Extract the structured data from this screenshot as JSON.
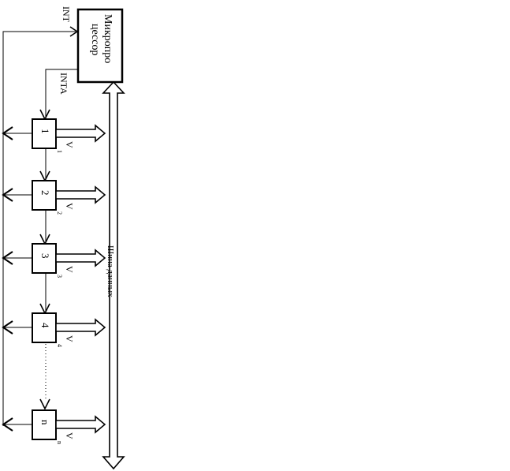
{
  "processor": {
    "line1": "Микропро",
    "line2": "цессор"
  },
  "signals": {
    "int": "INT",
    "inta": "INTA"
  },
  "bus_label": "Шина данных",
  "devices": [
    {
      "num": "1",
      "vector": "V",
      "sub": "1"
    },
    {
      "num": "2",
      "vector": "V",
      "sub": "2"
    },
    {
      "num": "3",
      "vector": "V",
      "sub": "3"
    },
    {
      "num": "4",
      "vector": "V",
      "sub": "4"
    },
    {
      "num": "n",
      "vector": "V",
      "sub": "n"
    }
  ]
}
